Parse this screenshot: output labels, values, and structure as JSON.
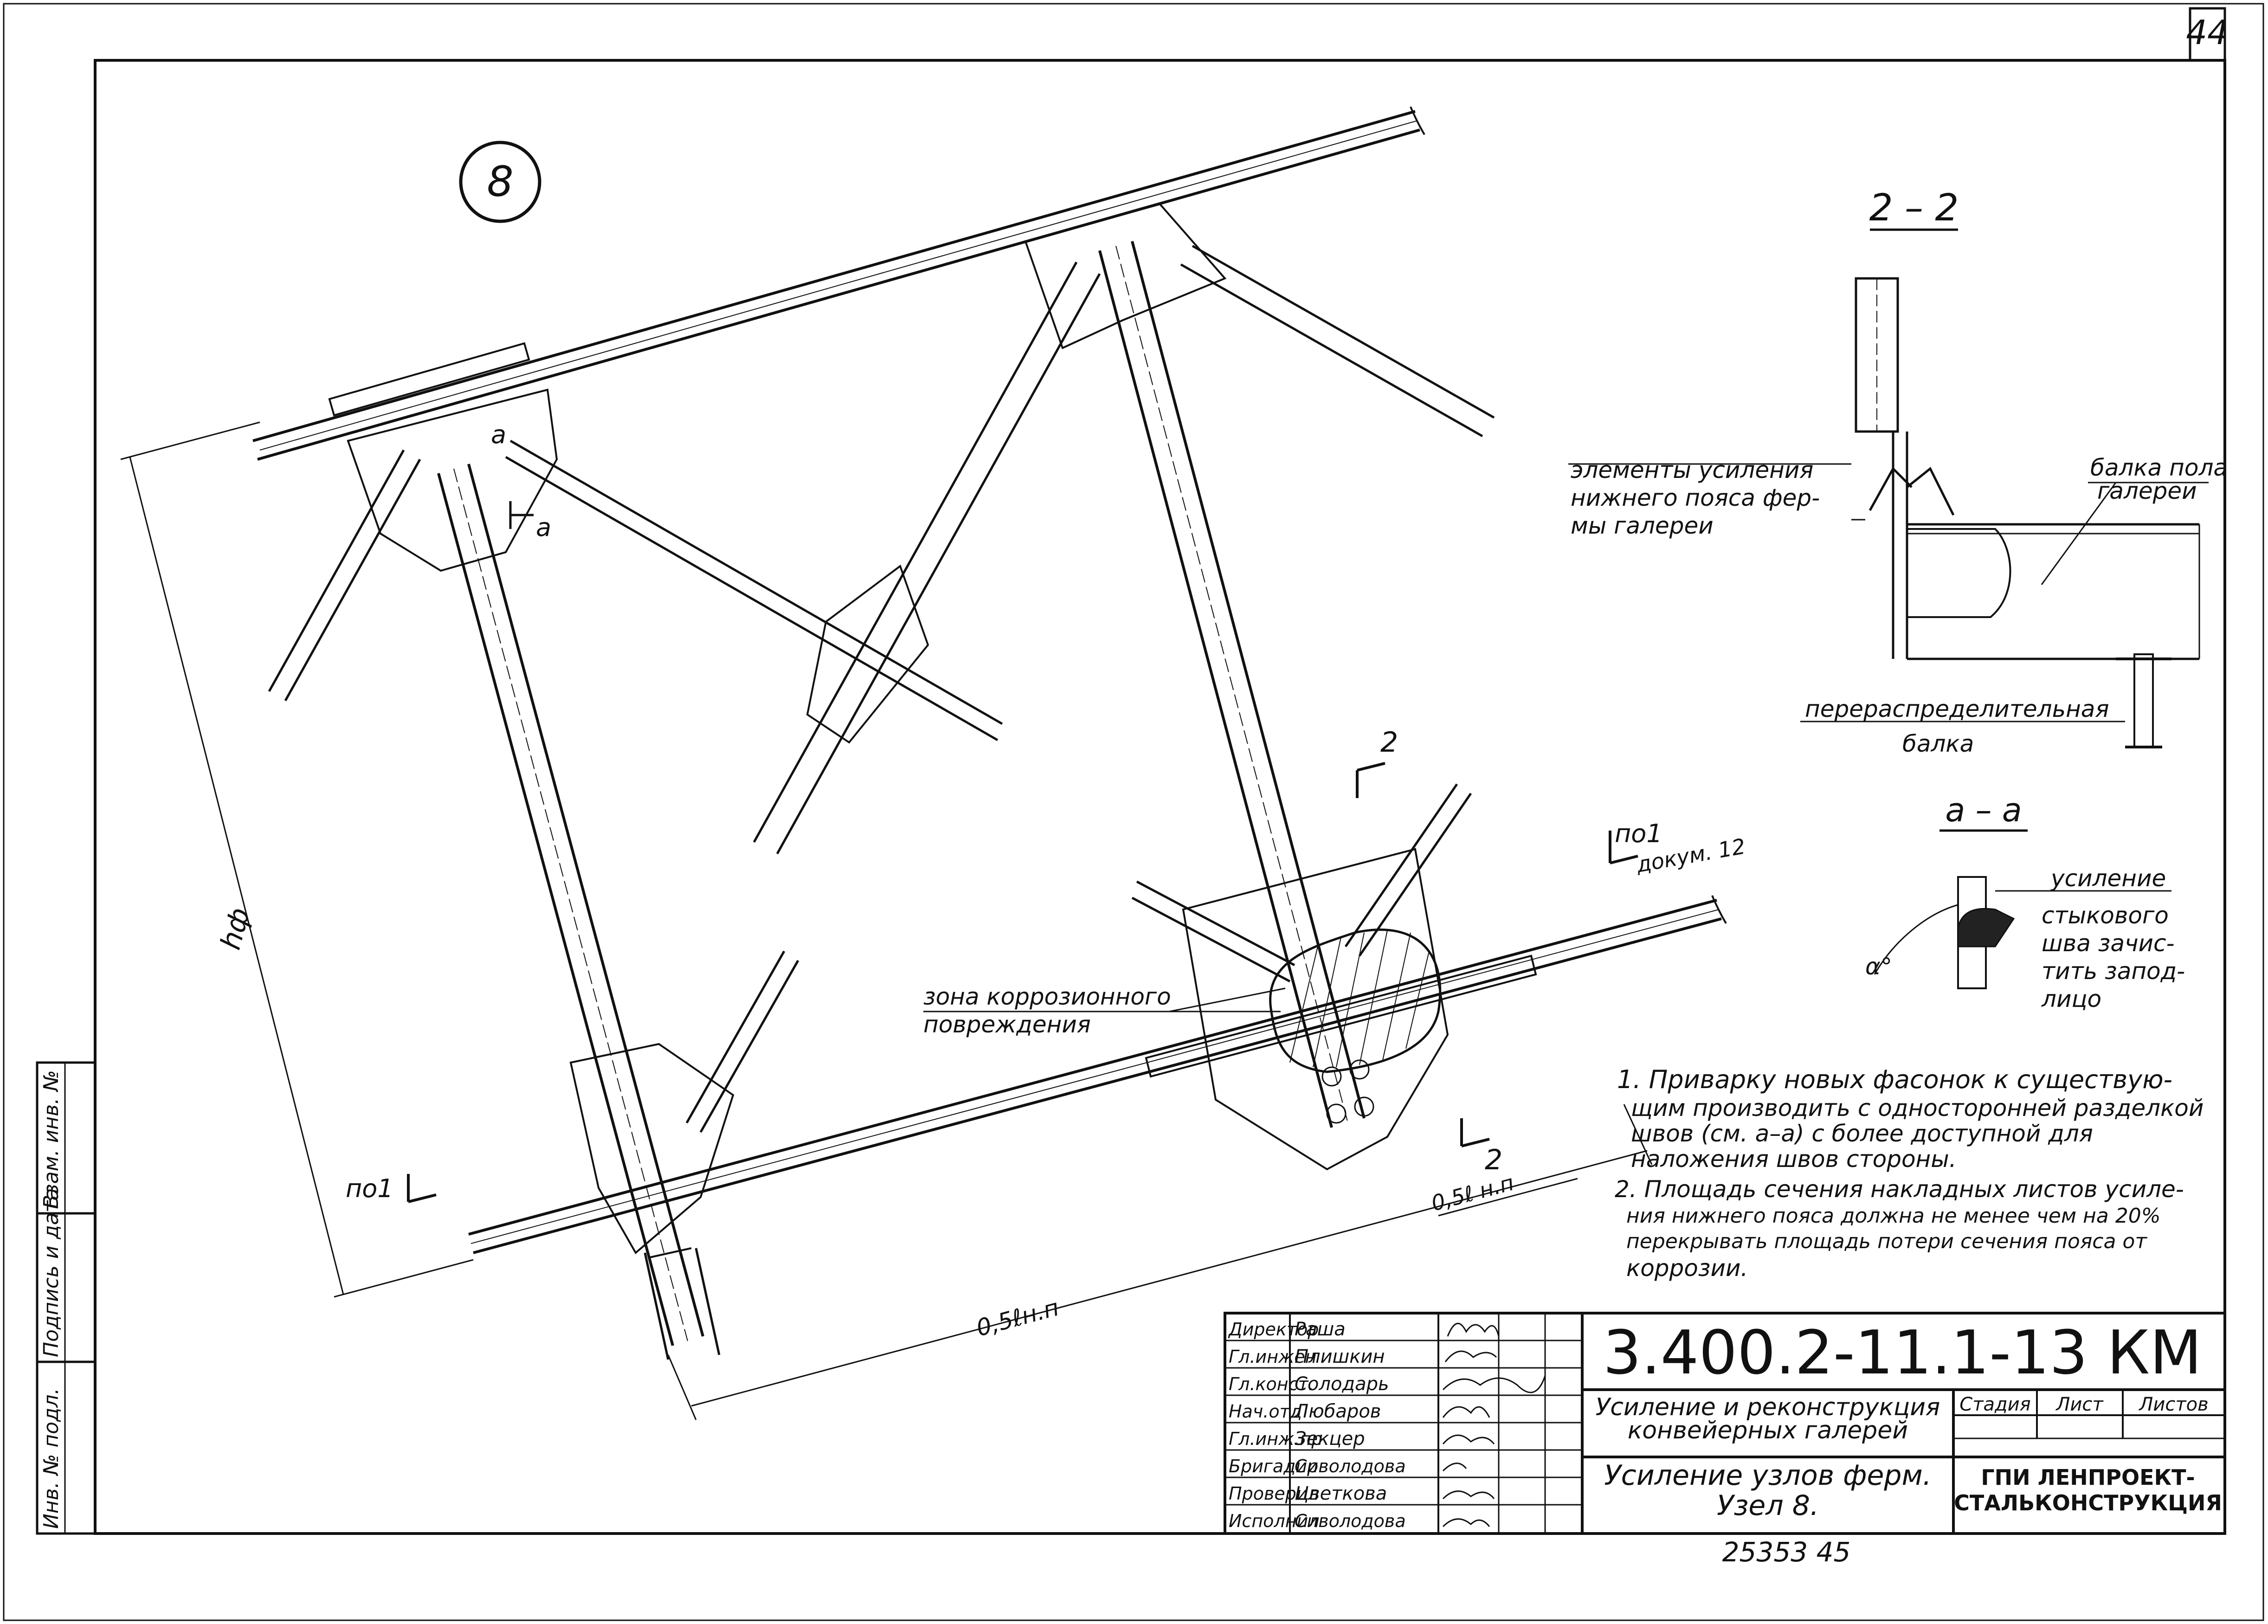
{
  "sheet": {
    "page_number": "44",
    "node_number": "8"
  },
  "sections": {
    "section_2_2": "2 – 2",
    "section_a_a": "а – а"
  },
  "labels": {
    "reinforcement_line1": "элементы усиления",
    "reinforcement_line2": "нижнего пояса фер-",
    "reinforcement_line3": "мы галереи",
    "floor_beam_line1": "балка пола",
    "floor_beam_line2": "галереи",
    "redistrib_line1": "перераспределительная",
    "redistrib_line2": "балка",
    "weld_line1": "усиление",
    "weld_line2": "стыкового",
    "weld_line3": "шва зачис-",
    "weld_line4": "тить запод-",
    "weld_line5": "лицо",
    "corrosion_line1": "зона коррозионного",
    "corrosion_line2": "повреждения",
    "hf": "hф",
    "half_span_bottom": "0,5ℓн.п",
    "half_span_right": "0,5ℓ н.п",
    "po1_left": "по1",
    "po1_right": "по1",
    "dokum": "докум. 12",
    "mark_a_top": "а",
    "mark_a_bottom": "а",
    "cut_2_top": "2",
    "cut_2_bottom": "2",
    "angle_alpha": "α°"
  },
  "notes": {
    "n1_l1": "1. Приварку новых фасонок к существую-",
    "n1_l2": "щим производить с односторонней разделкой",
    "n1_l3": "швов (см. а–а) с более доступной для",
    "n1_l4": "наложения швов стороны.",
    "n2_l1": "2. Площадь сечения накладных листов усиле-",
    "n2_l2": "ния нижнего пояса должна не менее чем на 20%",
    "n2_l3": "перекрывать площадь потери сечения пояса от",
    "n2_l4": "коррозии."
  },
  "title_block": {
    "code": "3.400.2-11.1-13 КМ",
    "project_title_l1": "Усиление и реконструкция",
    "project_title_l2": "конвейерных галерей",
    "sheet_title_l1": "Усиление узлов ферм.",
    "sheet_title_l2": "Узел 8.",
    "col_stage": "Стадия",
    "col_sheet": "Лист",
    "col_sheets": "Листов",
    "organization_l1": "ГПИ ЛЕНПРОЕКТ-",
    "organization_l2": "СТАЛЬКОНСТРУКЦИЯ",
    "bottom_number": "25353   45",
    "roles": [
      {
        "role": "Директор",
        "name": "Раша"
      },
      {
        "role": "Гл.инжен",
        "name": "Плишкин"
      },
      {
        "role": "Гл.конст.",
        "name": "Солодарь"
      },
      {
        "role": "Нач.отд",
        "name": "Любаров"
      },
      {
        "role": "Гл.инж.пр",
        "name": "Зекцер"
      },
      {
        "role": "Бригадир",
        "name": "Сиволодова"
      },
      {
        "role": "Проверил",
        "name": "Цветкова"
      },
      {
        "role": "Исполнил",
        "name": "Сиволодова"
      }
    ]
  },
  "side_stamp": {
    "inv_podl": "Инв. № подл.",
    "podpis": "Подпись и дата",
    "vzam": "Взам. инв. №"
  }
}
